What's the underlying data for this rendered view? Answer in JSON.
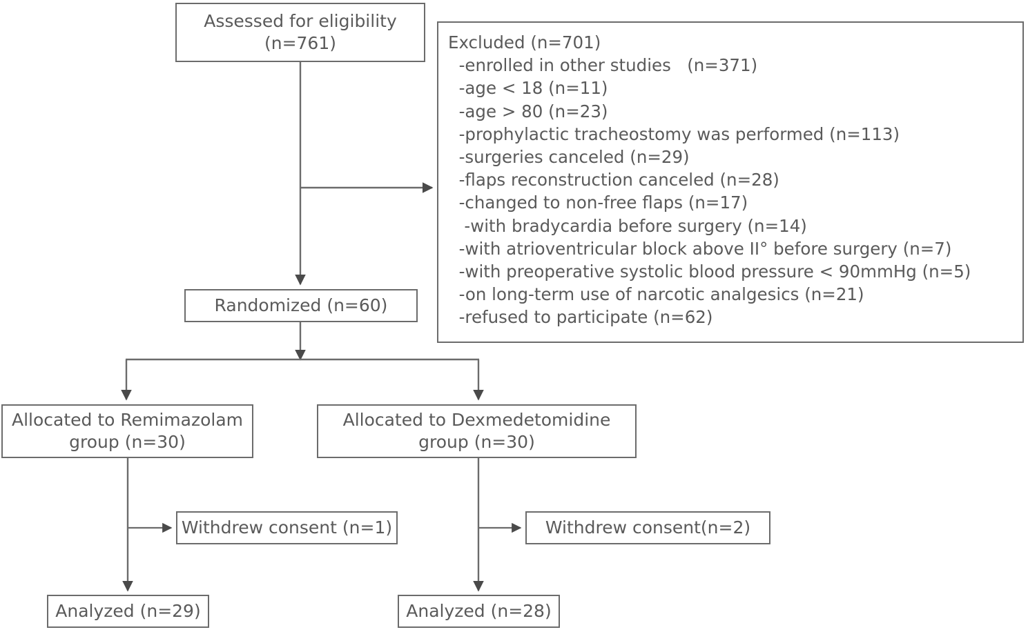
{
  "diagram": {
    "type": "consort-flow-diagram",
    "line_color": "#6b6b6b",
    "text_color": "#5a5a5a",
    "background": "#ffffff"
  },
  "nodes": {
    "assessed": {
      "label": "Assessed for eligibility\n(n=761)",
      "count": 761
    },
    "excluded": {
      "heading": "Excluded (n=701)",
      "count": 701,
      "reasons": [
        {
          "text": "-enrolled in other studies   (n=371)",
          "n": 371
        },
        {
          "text": "-age < 18 (n=11)",
          "n": 11
        },
        {
          "text": "-age > 80 (n=23)",
          "n": 23
        },
        {
          "text": "-prophylactic tracheostomy was performed (n=113)",
          "n": 113
        },
        {
          "text": "-surgeries canceled (n=29)",
          "n": 29
        },
        {
          "text": "-flaps reconstruction canceled (n=28)",
          "n": 28
        },
        {
          "text": "-changed to non-free flaps (n=17)",
          "n": 17
        },
        {
          "text": " -with bradycardia before surgery (n=14)",
          "n": 14
        },
        {
          "text": "-with atrioventricular block above II° before surgery (n=7)",
          "n": 7
        },
        {
          "text": "-with preoperative systolic blood pressure < 90mmHg (n=5)",
          "n": 5
        },
        {
          "text": "-on long-term use of narcotic analgesics (n=21)",
          "n": 21
        },
        {
          "text": "-refused to participate (n=62)",
          "n": 62
        }
      ],
      "full_text": "Excluded (n=701)\n  -enrolled in other studies   (n=371)\n  -age < 18 (n=11)\n  -age > 80 (n=23)\n  -prophylactic tracheostomy was performed (n=113)\n  -surgeries canceled (n=29)\n  -flaps reconstruction canceled (n=28)\n  -changed to non-free flaps (n=17)\n   -with bradycardia before surgery (n=14)\n  -with atrioventricular block above II° before surgery (n=7)\n  -with preoperative systolic blood pressure < 90mmHg (n=5)\n  -on long-term use of narcotic analgesics (n=21)\n  -refused to participate (n=62)"
    },
    "randomized": {
      "label": "Randomized (n=60)",
      "count": 60
    },
    "allocated_remimazolam": {
      "label": "Allocated to Remimazolam\ngroup (n=30)",
      "count": 30
    },
    "allocated_dexmedetomidine": {
      "label": "Allocated to Dexmedetomidine\ngroup (n=30)",
      "count": 30
    },
    "withdrew_left": {
      "label": "Withdrew consent (n=1)",
      "count": 1
    },
    "withdrew_right": {
      "label": "Withdrew consent(n=2)",
      "count": 2
    },
    "analyzed_left": {
      "label": "Analyzed (n=29)",
      "count": 29
    },
    "analyzed_right": {
      "label": "Analyzed (n=28)",
      "count": 28
    }
  }
}
